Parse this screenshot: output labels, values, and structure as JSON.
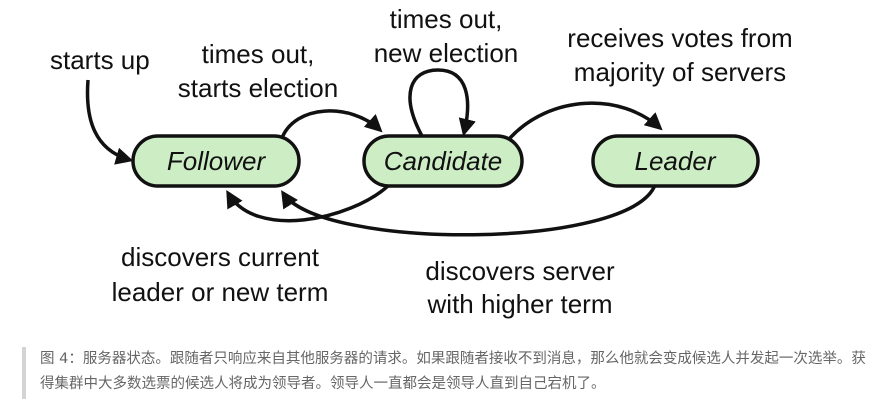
{
  "nodes": {
    "follower": "Follower",
    "candidate": "Candidate",
    "leader": "Leader"
  },
  "edges": {
    "starts_up": [
      "starts up"
    ],
    "follower_to_candidate": [
      "times out,",
      "starts election"
    ],
    "candidate_self": [
      "times out,",
      "new election"
    ],
    "candidate_to_leader": [
      "receives votes from",
      "majority of servers"
    ],
    "candidate_to_follower": [
      "discovers current",
      "leader or new term"
    ],
    "leader_to_follower": [
      "discovers server",
      "with higher term"
    ]
  },
  "caption": "图 4：服务器状态。跟随者只响应来自其他服务器的请求。如果跟随者接收不到消息，那么他就会变成候选人并发起一次选举。获得集群中大多数选票的候选人将成为领导者。领导人一直都会是领导人直到自己宕机了。",
  "colors": {
    "node_fill": "#cdeec5",
    "stroke": "#111111",
    "caption_text": "#666666",
    "caption_border": "#d4d4d4"
  }
}
